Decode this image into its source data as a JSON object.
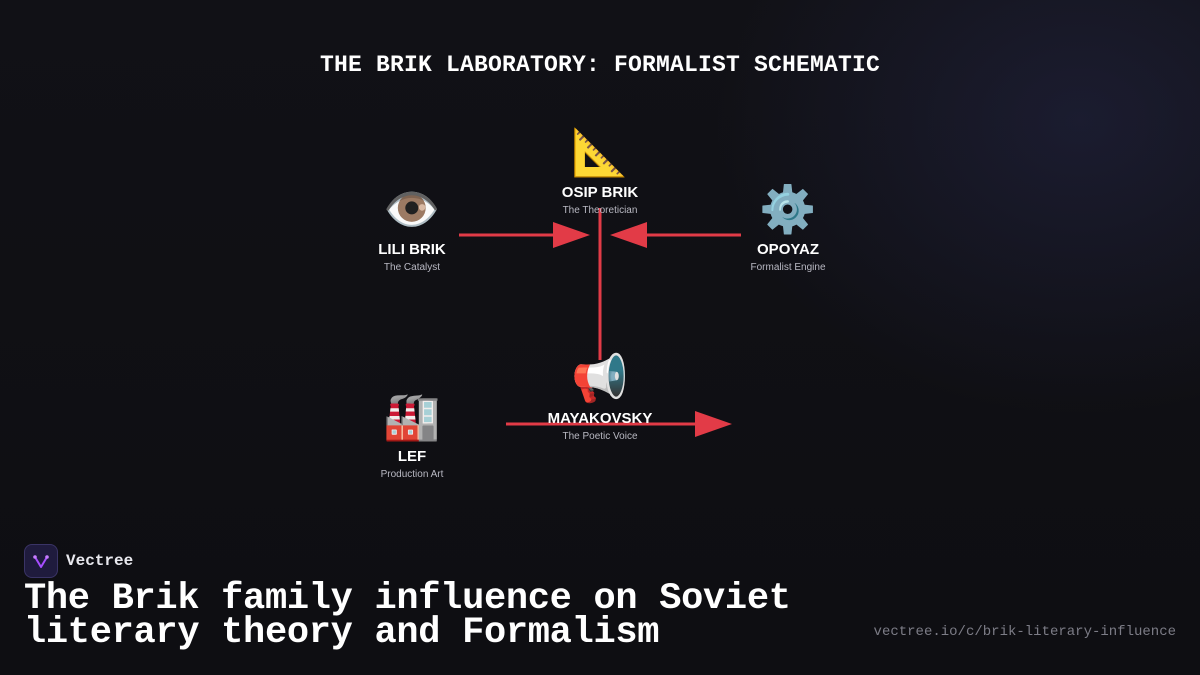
{
  "title": "THE BRIK LABORATORY: FORMALIST SCHEMATIC",
  "colors": {
    "edge": "#e23b47",
    "background": "#0f0f13",
    "text": "#ffffff",
    "muted": "#b9b9c3"
  },
  "nodes": [
    {
      "id": "osip",
      "icon": "triangular-ruler-icon",
      "glyph": "📐",
      "name": "OSIP BRIK",
      "role": "The Theoretician"
    },
    {
      "id": "lili",
      "icon": "eye-icon",
      "glyph": "👁️",
      "name": "LILI BRIK",
      "role": "The Catalyst"
    },
    {
      "id": "opoyaz",
      "icon": "gear-icon",
      "glyph": "⚙️",
      "name": "OPOYAZ",
      "role": "Formalist Engine"
    },
    {
      "id": "mayakovsky",
      "icon": "megaphone-icon",
      "glyph": "📢",
      "name": "MAYAKOVSKY",
      "role": "The Poetic Voice"
    },
    {
      "id": "lef",
      "icon": "factory-icon",
      "glyph": "🏭",
      "name": "LEF",
      "role": "Production Art"
    }
  ],
  "edges": [
    {
      "from": "lili",
      "to": "osip"
    },
    {
      "from": "opoyaz",
      "to": "osip"
    },
    {
      "from": "osip",
      "to": "mayakovsky"
    },
    {
      "from": "lef",
      "to": "mayakovsky"
    }
  ],
  "footer": {
    "brand": "Vectree",
    "headline": "The Brik family influence on Soviet literary theory and Formalism",
    "url": "vectree.io/c/brik-literary-influence"
  }
}
